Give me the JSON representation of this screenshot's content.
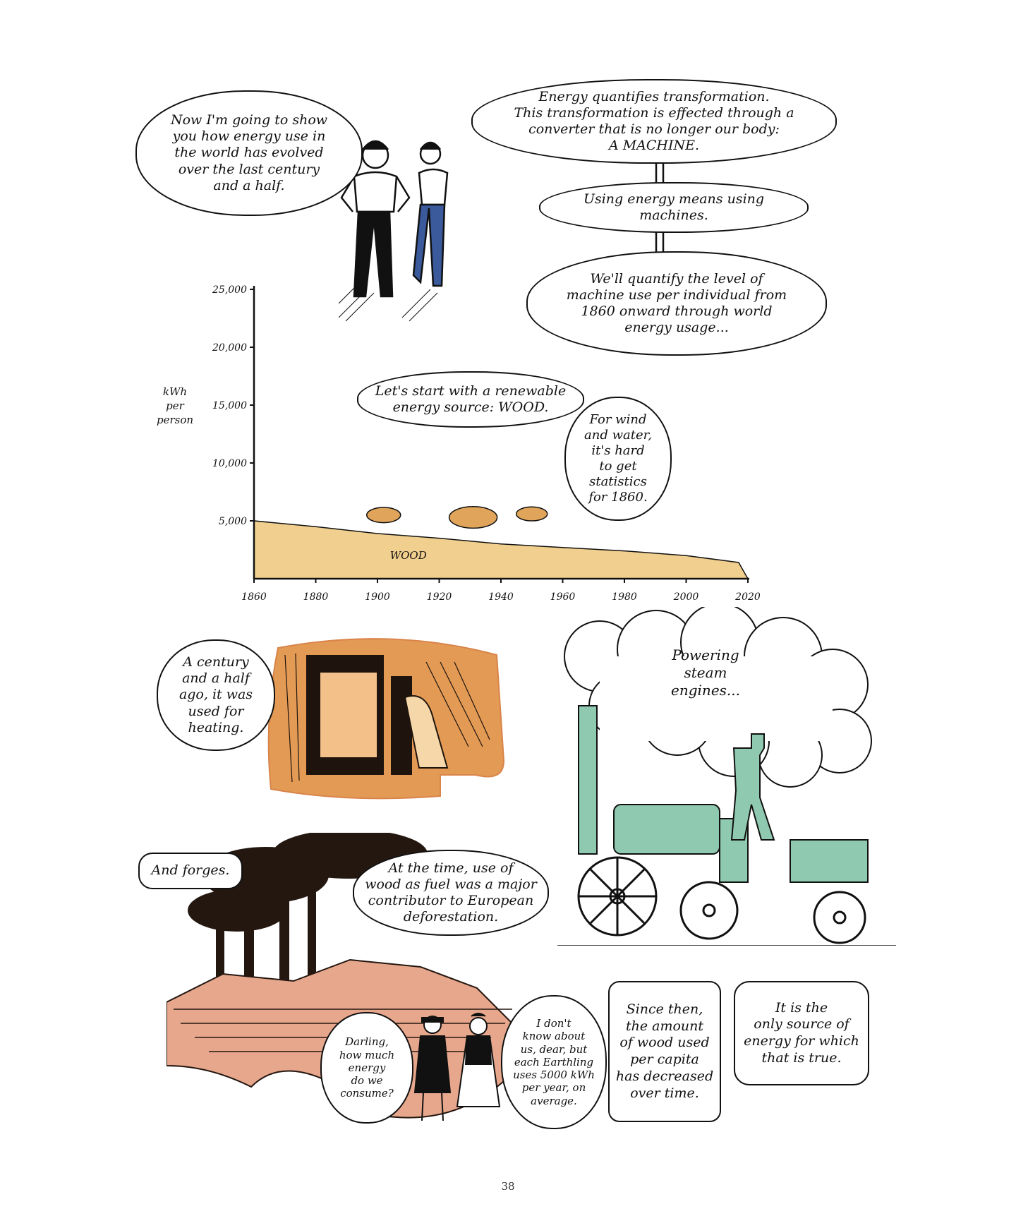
{
  "colors": {
    "wood_fill": "#f1cf8e",
    "fire_orange": "#e39a55",
    "forge_pink": "#e7a78c",
    "engine_green": "#8fc9b0",
    "ink": "#111111"
  },
  "top_bubbles": {
    "intro": "Now I'm going to show\nyou how energy use in\nthe world has evolved\nover the last century\nand a half.",
    "energy": "Energy quantifies transformation.\nThis transformation is effected through a\nconverter that is no longer our body:\nA MACHINE.",
    "machines": "Using energy means using\nmachines.",
    "quantify": "We'll quantify the level of\nmachine use per individual from\n1860 onward through world\nenergy usage...",
    "wood": "Let's start with a renewable\nenergy source: WOOD.",
    "wind": "For wind\nand water,\nit's hard\nto get\nstatistics\nfor 1860."
  },
  "chart_data": {
    "type": "area",
    "ylabel": "kWh\nper\nperson",
    "ylim": [
      0,
      25000
    ],
    "xlim": [
      1860,
      2020
    ],
    "x_ticks": [
      "1860",
      "1880",
      "1900",
      "1920",
      "1940",
      "1960",
      "1980",
      "2000",
      "2020"
    ],
    "y_ticks": [
      "5,000",
      "10,000",
      "15,000",
      "20,000",
      "25,000"
    ],
    "y_tick_values": [
      5000,
      10000,
      15000,
      20000,
      25000
    ],
    "series": [
      {
        "name": "WOOD",
        "x": [
          1860,
          1880,
          1900,
          1920,
          1940,
          1960,
          1980,
          2000,
          2017,
          2020
        ],
        "values": [
          5000,
          4500,
          3900,
          3500,
          3000,
          2700,
          2400,
          2000,
          1400,
          0
        ]
      }
    ]
  },
  "bottom": {
    "heating": "A century\nand a half\nago, it was\nused for\nheating.",
    "steam": "Powering\nsteam\nengines...",
    "forges": "And forges.",
    "deforestation": "At the time, use of\nwood as fuel was a major\ncontributor to European\ndeforestation.",
    "darling": "Darling,\nhow much\nenergy\ndo we\nconsume?",
    "dontknow": "I don't\nknow about\nus, dear, but\neach Earthling\nuses 5000 kWh\nper year, on\naverage.",
    "since": "Since then,\nthe amount\nof wood used\nper capita\nhas decreased\nover time.",
    "only": "It is the\nonly source of\nenergy for which\nthat is true."
  },
  "page_number": "38"
}
